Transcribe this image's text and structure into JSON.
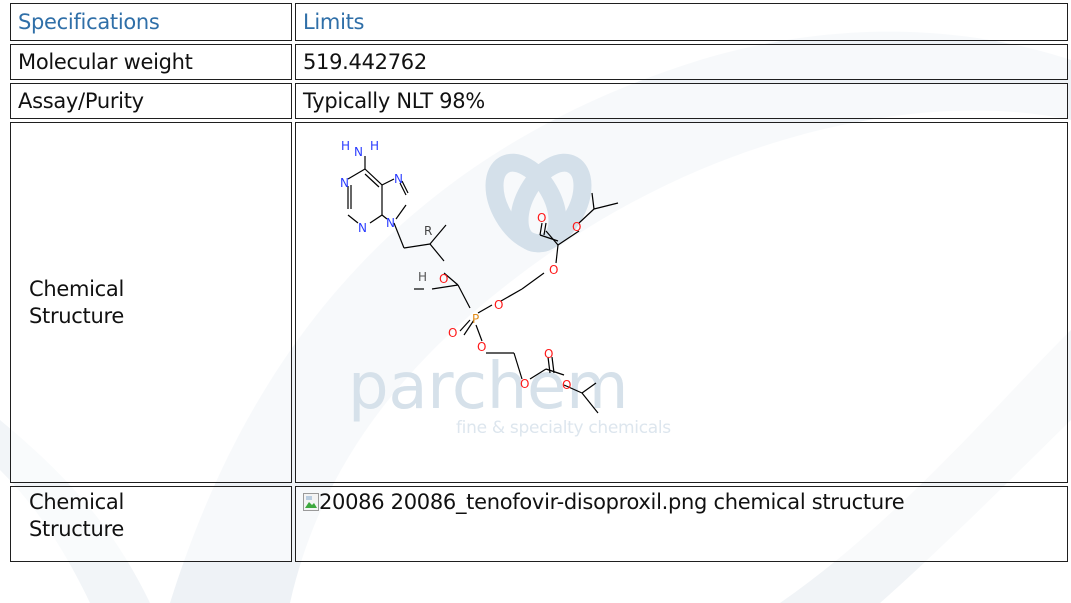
{
  "table": {
    "header": {
      "col1": "Specifications",
      "col2": "Limits"
    },
    "rows": [
      {
        "label": "Molecular weight",
        "value": "519.442762"
      },
      {
        "label": "Assay/Purity",
        "value": "Typically NLT 98%"
      },
      {
        "label": "Chemical Structure",
        "value": ""
      },
      {
        "label": "Chemical Structure",
        "value": "20086 20086_tenofovir-disoproxil.png chemical structure"
      }
    ]
  },
  "structure": {
    "atoms": {
      "N": "N",
      "O": "O",
      "P": "P",
      "H": "H",
      "R": "R"
    },
    "colors": {
      "nitrogen": "#2a3cff",
      "oxygen": "#ff1a1a",
      "phosphorus": "#e08c1a",
      "bond": "#000000"
    }
  },
  "watermark": {
    "brand": "parchem",
    "tagline": "fine & specialty chemicals",
    "color": "#c8d8e6"
  },
  "icons": {
    "broken_image": "broken-image-icon"
  }
}
